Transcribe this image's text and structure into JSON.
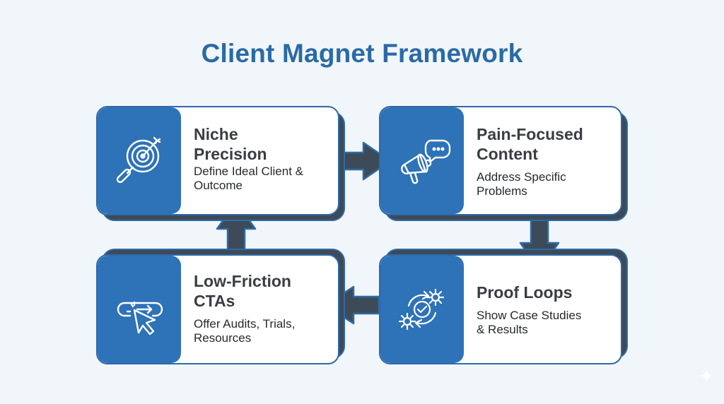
{
  "title": "Client Magnet Framework",
  "colors": {
    "title": "#2a6aa6",
    "icon_panel": "#2e72b8",
    "border": "#2e6aa8",
    "arrow_fill": "#3d4a57",
    "background": "#f1f6fa"
  },
  "steps": [
    {
      "title_line1": "Niche",
      "title_line2": "Precision",
      "desc_line1": "Define Ideal Client &",
      "desc_line2": "Outcome",
      "icon": "target-magnifier-icon"
    },
    {
      "title_line1": "Pain-Focused",
      "title_line2": "Content",
      "desc_line1": "Address Specific",
      "desc_line2": "Problems",
      "icon": "megaphone-icon"
    },
    {
      "title_line1": "Proof Loops",
      "title_line2": "",
      "desc_line1": "Show Case Studies",
      "desc_line2": "& Results",
      "icon": "gears-check-icon"
    },
    {
      "title_line1": "Low-Friction",
      "title_line2": "CTAs",
      "desc_line1": "Offer Audits, Trials,",
      "desc_line2": "Resources",
      "icon": "click-cursor-icon"
    }
  ],
  "flow": [
    "Niche Precision → Pain-Focused Content",
    "Pain-Focused Content → Proof Loops",
    "Proof Loops → Low-Friction CTAs",
    "Low-Friction CTAs → Niche Precision"
  ]
}
